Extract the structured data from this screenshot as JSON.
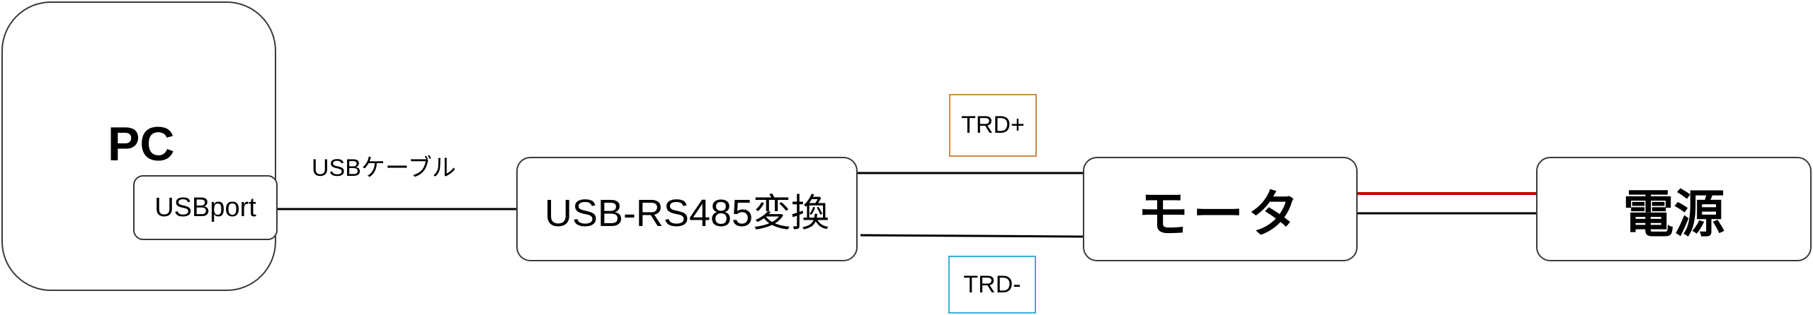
{
  "diagram": {
    "pc": {
      "label": "PC"
    },
    "usb_port": {
      "label": "USBport"
    },
    "usb_cable": {
      "label": "USBケーブル"
    },
    "converter": {
      "label": "USB-RS485変換"
    },
    "motor": {
      "label": "モータ"
    },
    "power": {
      "label": "電源"
    },
    "signals": {
      "trd_plus": "TRD+",
      "trd_minus": "TRD-"
    },
    "colors": {
      "box_border": "#3a3a3a",
      "wire_black": "#000000",
      "wire_red": "#c00000",
      "trd_plus_border": "#d08a48",
      "trd_minus_border": "#3aaed8"
    }
  }
}
